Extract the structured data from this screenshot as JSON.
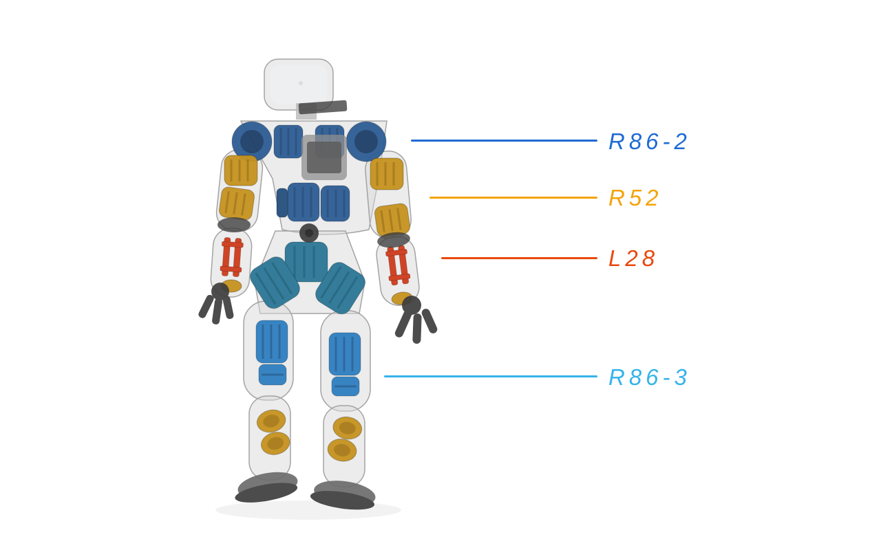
{
  "page": {
    "background": "#ffffff"
  },
  "callouts": [
    {
      "id": "r86-2",
      "text": "R86-2",
      "color": "#1e6ad4"
    },
    {
      "id": "r52",
      "text": "R52",
      "color": "#f5a30a"
    },
    {
      "id": "l28",
      "text": "L28",
      "color": "#e8490e"
    },
    {
      "id": "r86-3",
      "text": "R86-3",
      "color": "#35b3ea"
    }
  ],
  "robot": {
    "description": "Transparent humanoid robot, rear view, with color-coded internal actuators",
    "colors": {
      "shell": "#d9d9d9",
      "shell_stroke": "#a3a3a3",
      "shoulder_blue": "#2e5d94",
      "hip_teal": "#2b7796",
      "knee_blue": "#2f7fc1",
      "gold": "#c7931f",
      "red": "#cf3c1c",
      "dark": "#3d3d3d"
    }
  }
}
